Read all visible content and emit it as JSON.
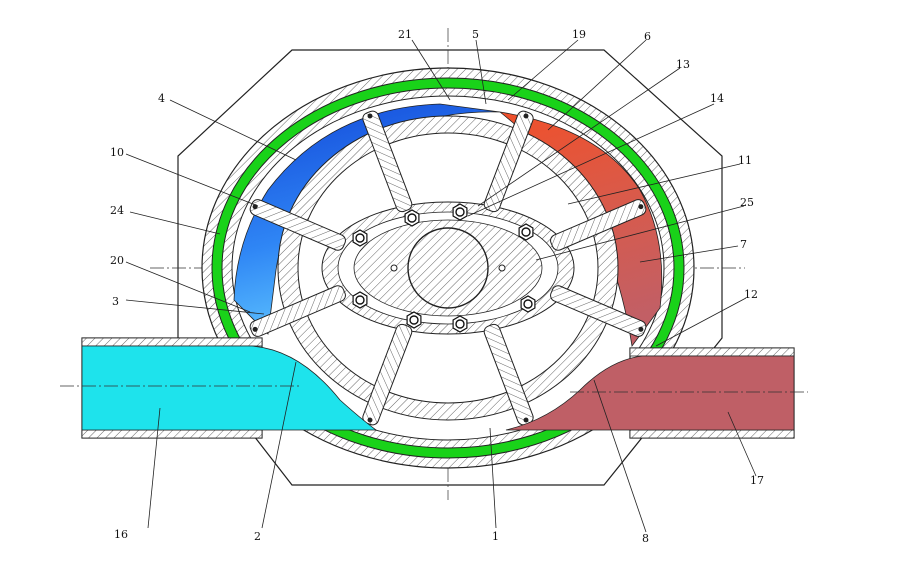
{
  "colors": {
    "ring": "#19d219",
    "pipe_inlet": "#1ee3ec",
    "pipe_outlet": "#bf5f66",
    "chamber_blue": "#1c6cf0",
    "chamber_orange": "#f0502a",
    "chamber_red": "#d05a5a"
  },
  "labels": [
    {
      "id": "lbl-1",
      "text": "1"
    },
    {
      "id": "lbl-2",
      "text": "2"
    },
    {
      "id": "lbl-3",
      "text": "3"
    },
    {
      "id": "lbl-4",
      "text": "4"
    },
    {
      "id": "lbl-5",
      "text": "5"
    },
    {
      "id": "lbl-6",
      "text": "6"
    },
    {
      "id": "lbl-7",
      "text": "7"
    },
    {
      "id": "lbl-8",
      "text": "8"
    },
    {
      "id": "lbl-10",
      "text": "10"
    },
    {
      "id": "lbl-11",
      "text": "11"
    },
    {
      "id": "lbl-12",
      "text": "12"
    },
    {
      "id": "lbl-13",
      "text": "13"
    },
    {
      "id": "lbl-14",
      "text": "14"
    },
    {
      "id": "lbl-16",
      "text": "16"
    },
    {
      "id": "lbl-17",
      "text": "17"
    },
    {
      "id": "lbl-19",
      "text": "19"
    },
    {
      "id": "lbl-20",
      "text": "20"
    },
    {
      "id": "lbl-21",
      "text": "21"
    },
    {
      "id": "lbl-24",
      "text": "24"
    },
    {
      "id": "lbl-25",
      "text": "25"
    }
  ]
}
